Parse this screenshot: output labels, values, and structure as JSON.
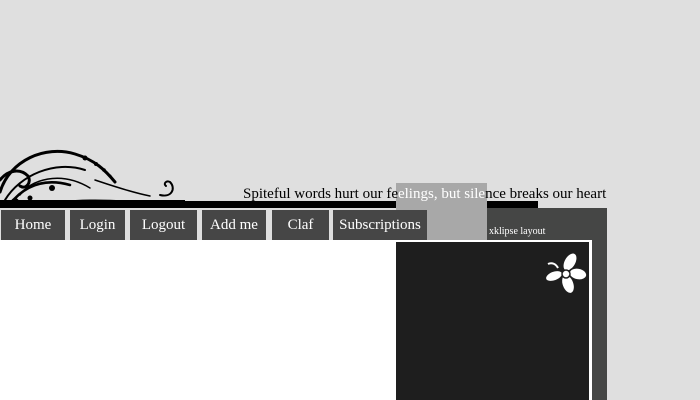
{
  "tagline": {
    "part1": "Spiteful words hurt our fe",
    "part2": "elings, but sile",
    "part3": "nce breaks our heart"
  },
  "nav": {
    "items": [
      {
        "label": "Home"
      },
      {
        "label": "Login"
      },
      {
        "label": "Logout"
      },
      {
        "label": "Add me"
      },
      {
        "label": "Claf"
      },
      {
        "label": "Subscriptions"
      }
    ]
  },
  "credit": "xklipse layout",
  "colors": {
    "background": "#dfdfdf",
    "nav_button": "#464646",
    "panel_dark": "#1e1e1e",
    "panel_frame": "#454645",
    "highlight_grey": "#a8a8a8"
  },
  "icons": {
    "header_ornament": "black-swirl-flourish",
    "content_icon": "white-flower-icon"
  }
}
